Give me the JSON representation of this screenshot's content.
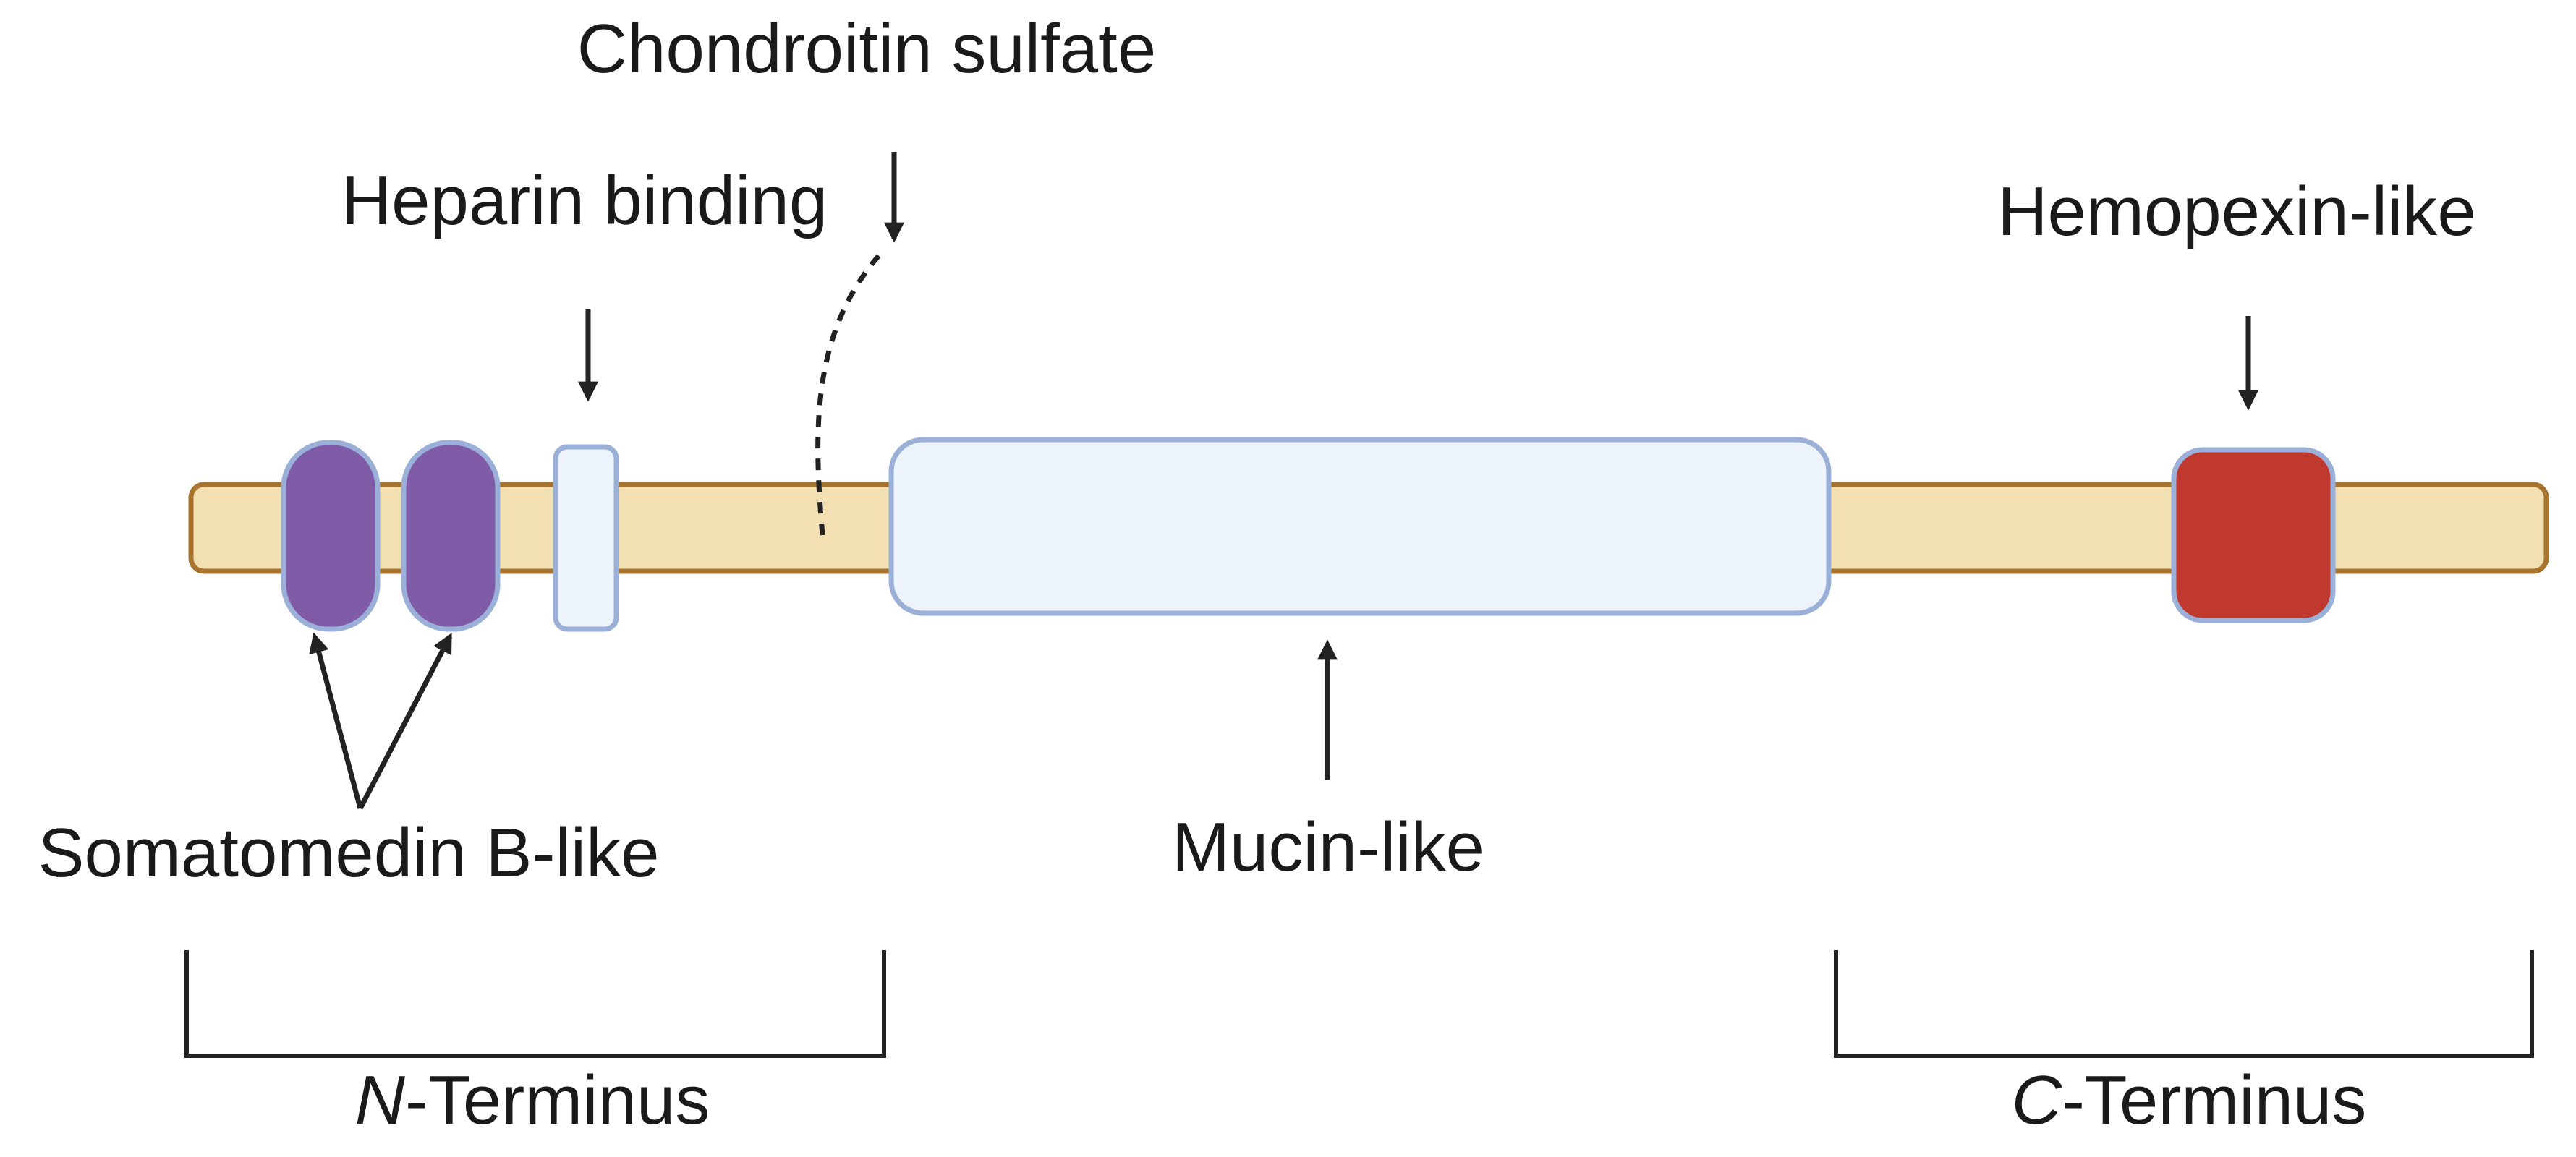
{
  "labels": {
    "chondroitin_sulfate": "Chondroitin sulfate",
    "heparin_binding": "Heparin binding",
    "hemopexin_like": "Hemopexin-like",
    "somatomedin_b_like": "Somatomedin B-like",
    "mucin_like": "Mucin-like",
    "n_terminus_letter": "N",
    "n_terminus_rest": "-Terminus",
    "c_terminus_letter": "C",
    "c_terminus_rest": "-Terminus"
  },
  "colors": {
    "backbone_fill": "#f2e0b3",
    "backbone_stroke": "#a8742e",
    "domain_outline": "#9bb0d8",
    "somatomedin_fill": "#805ba8",
    "pale_domain_fill": "#ecf3fb",
    "hemopexin_fill": "#c0392f",
    "arrow_color": "#222222"
  }
}
